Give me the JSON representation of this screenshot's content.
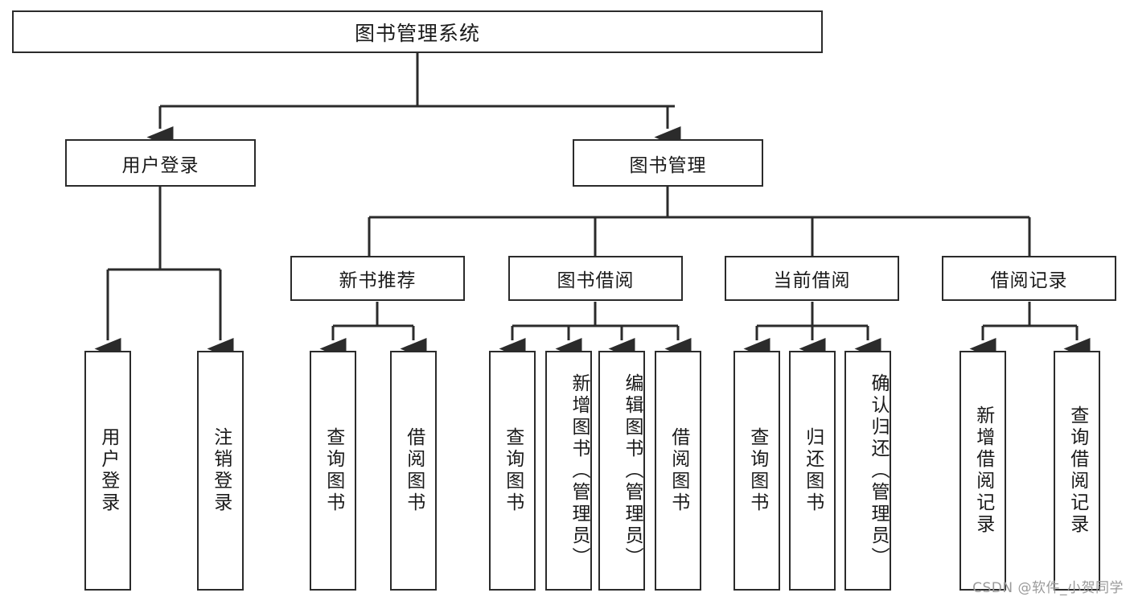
{
  "diagram": {
    "title_node": {
      "label": "图书管理系统"
    },
    "level2": [
      {
        "id": "user-login",
        "label": "用户登录"
      },
      {
        "id": "book-management",
        "label": "图书管理"
      }
    ],
    "level3": [
      {
        "id": "new-book-recommend",
        "label": "新书推荐"
      },
      {
        "id": "book-borrow",
        "label": "图书借阅"
      },
      {
        "id": "current-borrow",
        "label": "当前借阅"
      },
      {
        "id": "borrow-record",
        "label": "借阅记录"
      }
    ],
    "leaves": [
      {
        "id": "leaf-user-login",
        "label": "用户登录"
      },
      {
        "id": "leaf-logout-login",
        "label": "注销登录"
      },
      {
        "id": "leaf-query-book-1",
        "label": "查询图书"
      },
      {
        "id": "leaf-borrow-book-1",
        "label": "借阅图书"
      },
      {
        "id": "leaf-query-book-2",
        "label": "查询图书"
      },
      {
        "id": "leaf-add-book",
        "label": "新增图书（管理员）"
      },
      {
        "id": "leaf-edit-book",
        "label": "编辑图书（管理员）"
      },
      {
        "id": "leaf-borrow-book-2",
        "label": "借阅图书"
      },
      {
        "id": "leaf-query-book-3",
        "label": "查询图书"
      },
      {
        "id": "leaf-return-book",
        "label": "归还图书"
      },
      {
        "id": "leaf-confirm-return",
        "label": "确认归还（管理员）"
      },
      {
        "id": "leaf-add-borrow-record",
        "label": "新增借阅记录"
      },
      {
        "id": "leaf-query-borrow-record",
        "label": "查询借阅记录"
      }
    ]
  },
  "watermark": {
    "text": "CSDN @软件_小贺同学"
  },
  "colors": {
    "stroke": "#2b2b2b",
    "fill": "#ffffff",
    "text": "#1a1a1a",
    "watermark": "#9a9a9a"
  }
}
